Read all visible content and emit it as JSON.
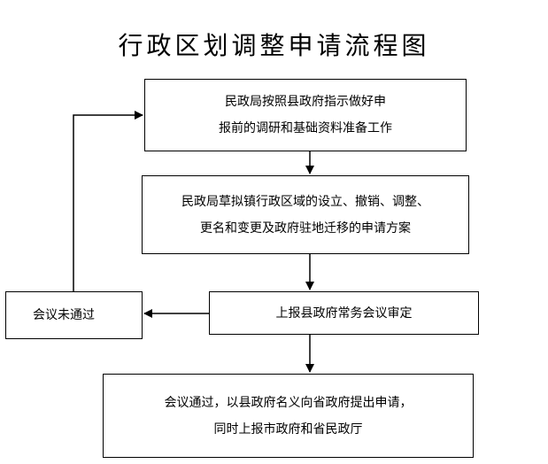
{
  "title": "行政区划调整申请流程图",
  "steps": [
    {
      "lines": [
        "民政局按照县政府指示做好申",
        "报前的调研和基础资料准备工作"
      ]
    },
    {
      "lines": [
        "民政局草拟镇行政区域的设立、撤销、调整、",
        "更名和变更及政府驻地迁移的申请方案"
      ]
    },
    {
      "lines": [
        "上报县政府常务会议审定"
      ]
    },
    {
      "lines": [
        "会议通过，以县政府名义向省政府提出申请，",
        "同时上报市政府和省民政厅"
      ]
    }
  ],
  "rejected": {
    "label": "会议未通过"
  }
}
